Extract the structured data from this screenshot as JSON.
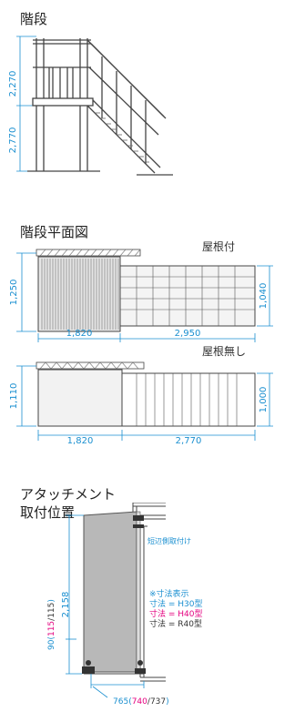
{
  "stairs": {
    "title": "階段",
    "dim_upper": "2,270",
    "dim_lower": "2,770"
  },
  "plan": {
    "title": "階段平面図",
    "roofed": {
      "label": "屋根付",
      "height_left": "1,250",
      "height_right": "1,040",
      "width_left": "1,820",
      "width_right": "2,950"
    },
    "unroofed": {
      "label": "屋根無し",
      "height_left": "1,110",
      "height_right": "1,000",
      "width_left": "1,820",
      "width_right": "2,770"
    }
  },
  "attachment": {
    "title_line1": "アタッチメント",
    "title_line2": "取付位置",
    "short_side_label": "短辺側取付け",
    "height_dim": "2,158",
    "bottom_dim": {
      "a": "90",
      "b": "115",
      "c": "115"
    },
    "width_dim": {
      "a": "765",
      "b": "740",
      "c": "737"
    },
    "legend": {
      "title": "※寸法表示",
      "h30": "寸法 = H30型",
      "h40": "寸法 = H40型",
      "r40": "寸法 = R40型"
    },
    "colors": {
      "blue": "#1a8fd0",
      "magenta": "#e4007f",
      "dark": "#333333"
    }
  }
}
